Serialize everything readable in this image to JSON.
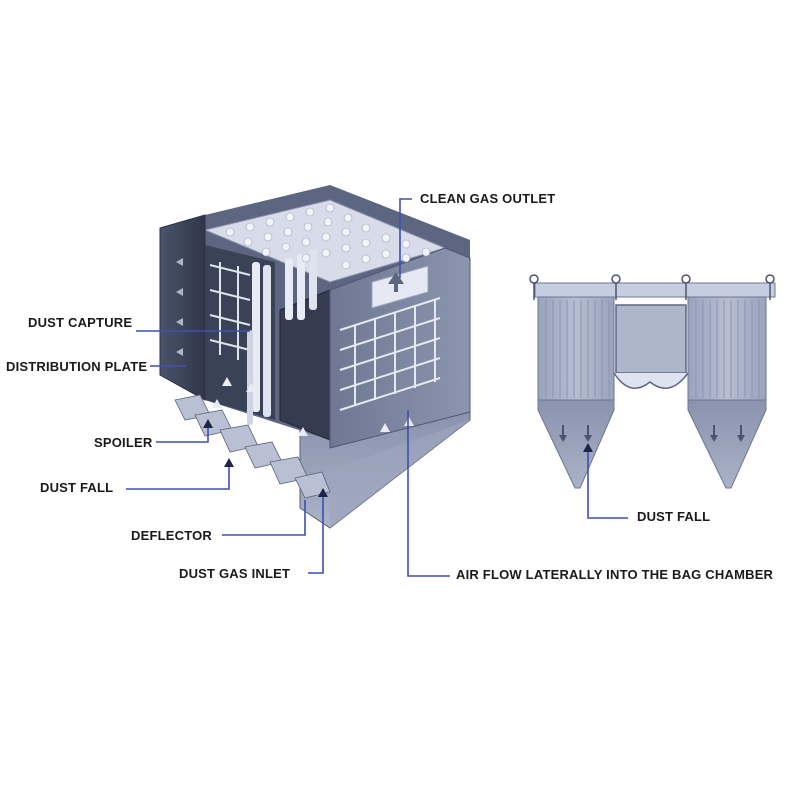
{
  "labels": {
    "clean_gas_outlet": "CLEAN GAS OUTLET",
    "dust_capture": "DUST CAPTURE",
    "distribution_plate": "DISTRIBUTION PLATE",
    "spoiler": "SPOILER",
    "dust_fall_left": "DUST FALL",
    "deflector": "DEFLECTOR",
    "dust_gas_inlet": "DUST GAS INLET",
    "air_flow": "AIR FLOW LATERALLY INTO THE BAG CHAMBER",
    "dust_fall_right": "DUST FALL"
  },
  "colors": {
    "leader_line": "#3f4fb0",
    "housing_dark": "#3c4459",
    "housing_mid": "#7f88a3",
    "housing_light": "#c9cedf",
    "bag": "#e9ecf6",
    "text": "#1a1a1a"
  }
}
